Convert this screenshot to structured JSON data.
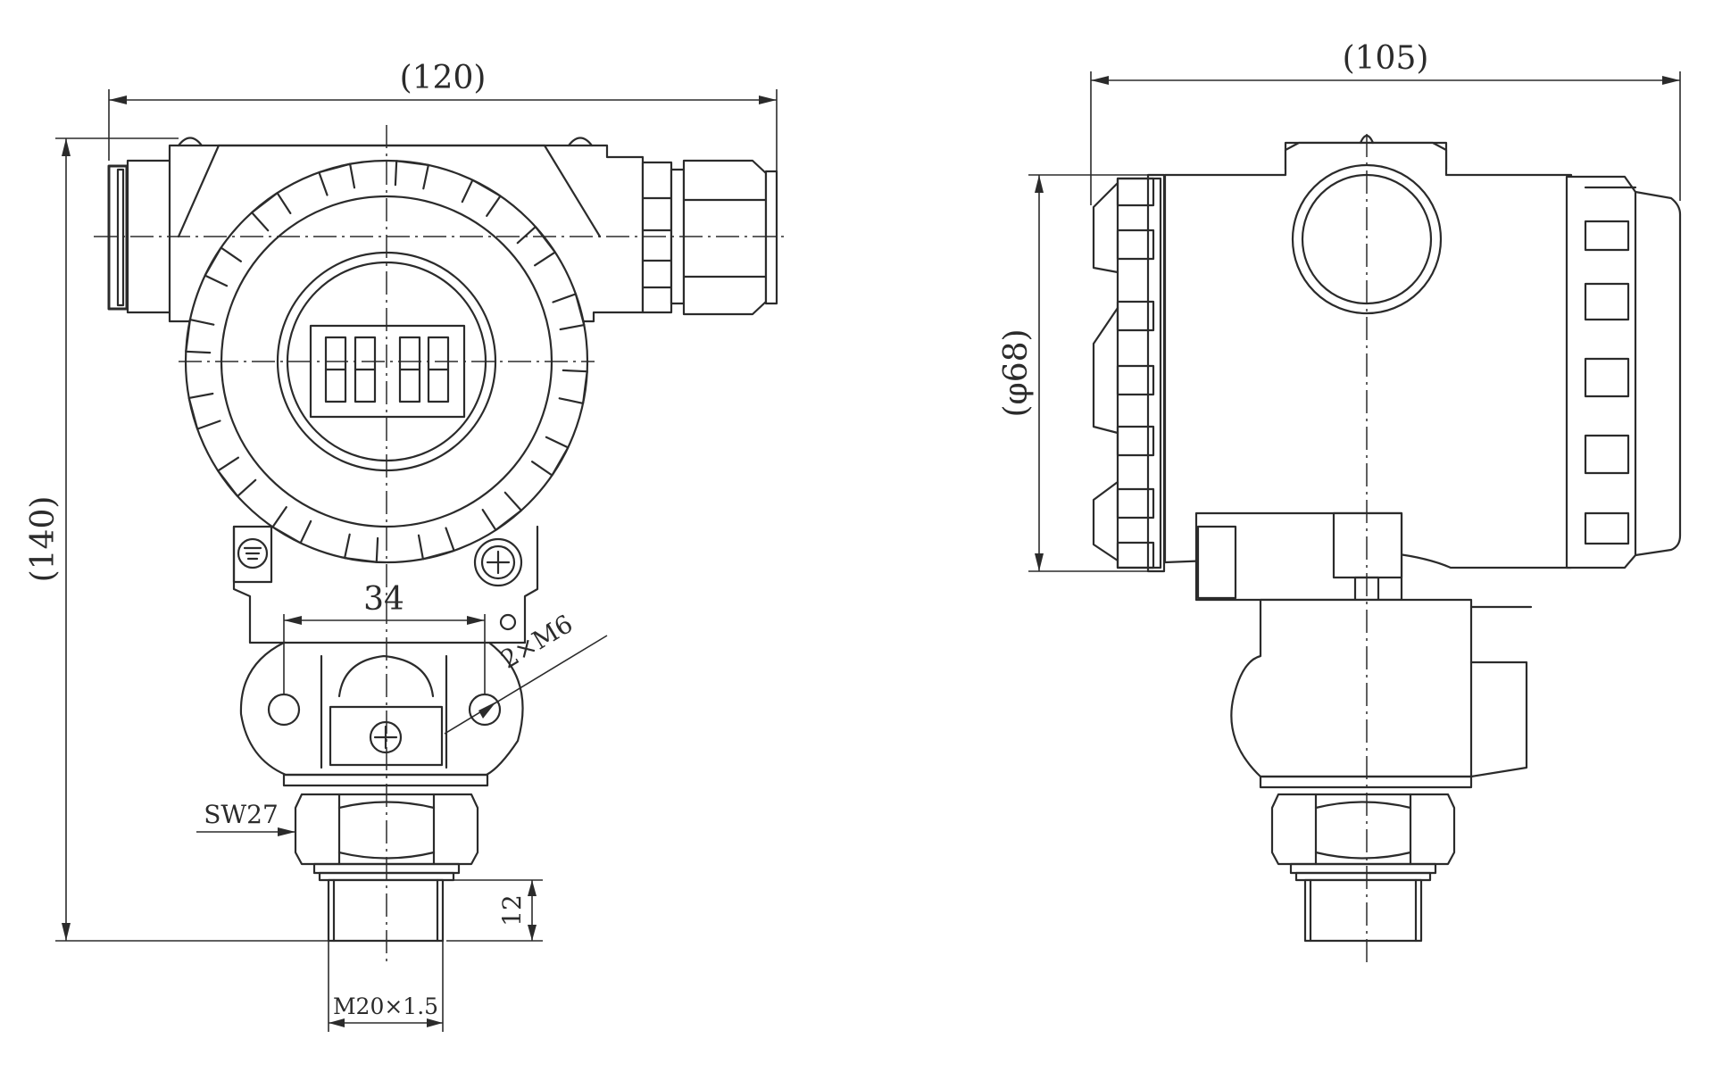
{
  "drawing": {
    "front_view": {
      "dimensions": {
        "overall_width": "(120)",
        "overall_height": "(140)",
        "mounting_hole_spacing": "34",
        "mounting_holes": "2×M6",
        "wrench_size": "SW27",
        "thread_length": "12",
        "thread_spec": "M20×1.5"
      }
    },
    "side_view": {
      "dimensions": {
        "overall_depth": "(105)",
        "housing_diameter": "(φ68)"
      }
    }
  }
}
